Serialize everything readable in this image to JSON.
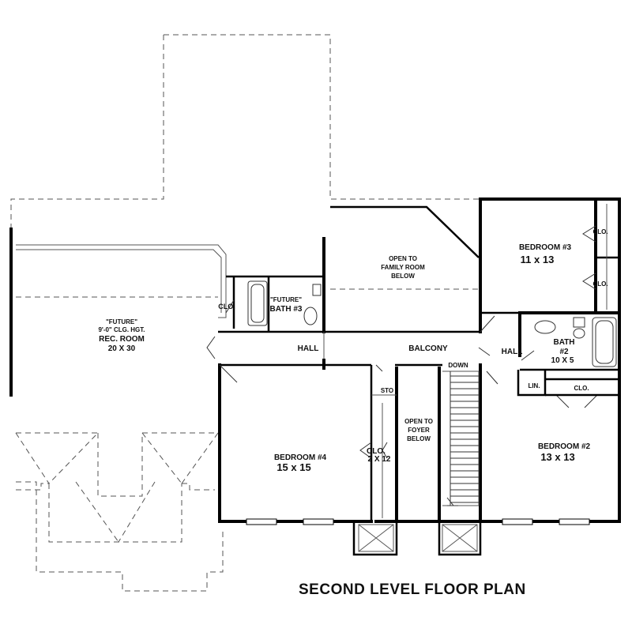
{
  "title": "SECOND LEVEL FLOOR PLAN",
  "rooms": {
    "rec_room_future": "\"FUTURE\"",
    "rec_room_ceiling": "9'-0\" CLG. HGT.",
    "rec_room_name": "REC. ROOM",
    "rec_room_size": "20 X 30",
    "bath3_future": "\"FUTURE\"",
    "bath3_name": "BATH #3",
    "clo_bath3": "CLO.",
    "open_family_1": "OPEN TO",
    "open_family_2": "FAMILY ROOM",
    "open_family_3": "BELOW",
    "bedroom3_name": "BEDROOM #3",
    "bedroom3_size": "11 x 13",
    "clo_bed3_a": "CLO.",
    "clo_bed3_b": "CLO.",
    "hall_left": "HALL",
    "balcony": "BALCONY",
    "hall_right": "HALL",
    "bath2_name": "BATH",
    "bath2_num": "#2",
    "bath2_size": "10 X 5",
    "down": "DOWN",
    "sto": "STO",
    "lin": "LIN.",
    "clo_bed2": "CLO.",
    "open_foyer_1": "OPEN TO",
    "open_foyer_2": "FOYER",
    "open_foyer_3": "BELOW",
    "bedroom4_name": "BEDROOM #4",
    "bedroom4_size": "15 x 15",
    "clo_bed4_name": "CLO.",
    "clo_bed4_size": "2 X 12",
    "bedroom2_name": "BEDROOM #2",
    "bedroom2_size": "13 x 13"
  }
}
